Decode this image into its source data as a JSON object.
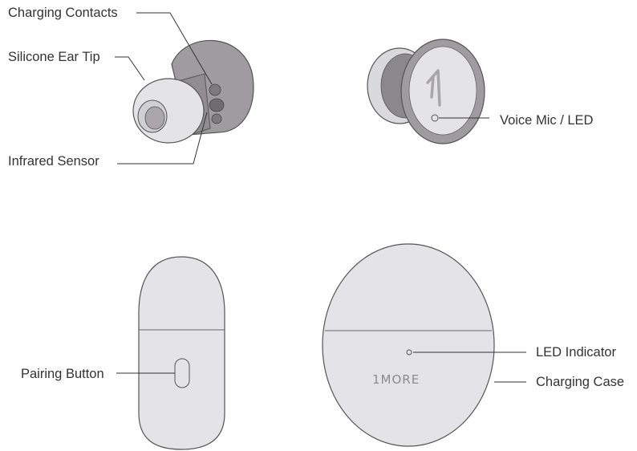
{
  "labels": {
    "charging_contacts": "Charging Contacts",
    "silicone_ear_tip": "Silicone Ear Tip",
    "infrared_sensor": "Infrared Sensor",
    "voice_mic_led": "Voice Mic / LED",
    "pairing_button": "Pairing Button",
    "led_indicator": "LED Indicator",
    "charging_case": "Charging Case"
  },
  "brand": {
    "case_logo": "1MORE",
    "earbud_logo": "1"
  },
  "colors": {
    "body_light": "#e4e3e5",
    "body_dark": "#9e9c9e",
    "outline": "#555555",
    "leader_line": "#333333",
    "label_text": "#333333"
  }
}
